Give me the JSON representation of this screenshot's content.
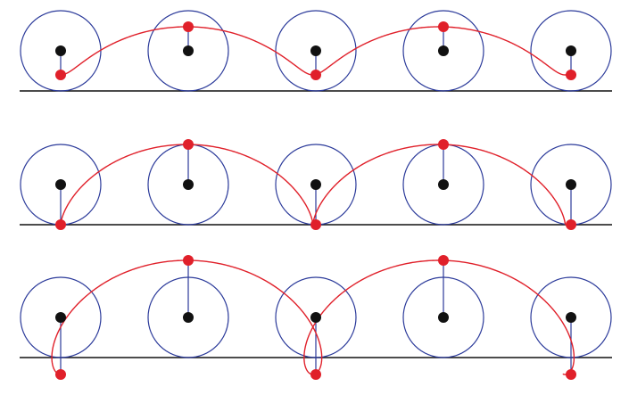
{
  "colors": {
    "background": "#ffffff",
    "circle": "#2b3a9a",
    "spoke": "#2b3a9a",
    "curve": "#e0202a",
    "point": "#e0202a",
    "center": "#111111",
    "ground": "#111111"
  },
  "panels": [
    {
      "name": "panel-curtate-trochoid",
      "curve": "curtate-trochoid",
      "tracing_point": "inside-circle"
    },
    {
      "name": "panel-cycloid",
      "curve": "cycloid",
      "tracing_point": "on-circle"
    },
    {
      "name": "panel-prolate-trochoid",
      "curve": "prolate-trochoid",
      "tracing_point": "outside-circle"
    }
  ],
  "circles_per_panel": 5
}
